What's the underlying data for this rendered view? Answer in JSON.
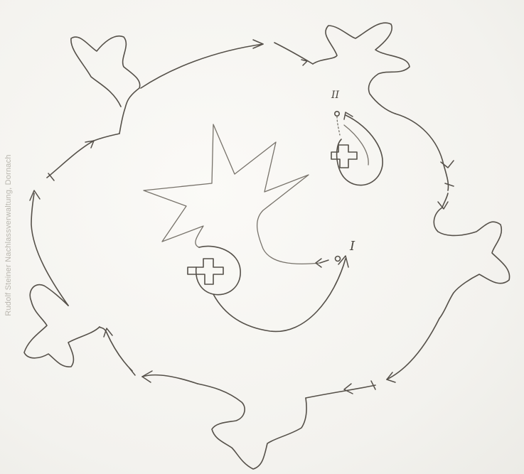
{
  "labels": {
    "orbit_one": "I",
    "orbit_two": "II"
  },
  "credit": "Rudolf Steiner Nachlassverwaltung, Dornach",
  "colors": {
    "pencil": "#555049",
    "paper": "#f7f6f2"
  }
}
